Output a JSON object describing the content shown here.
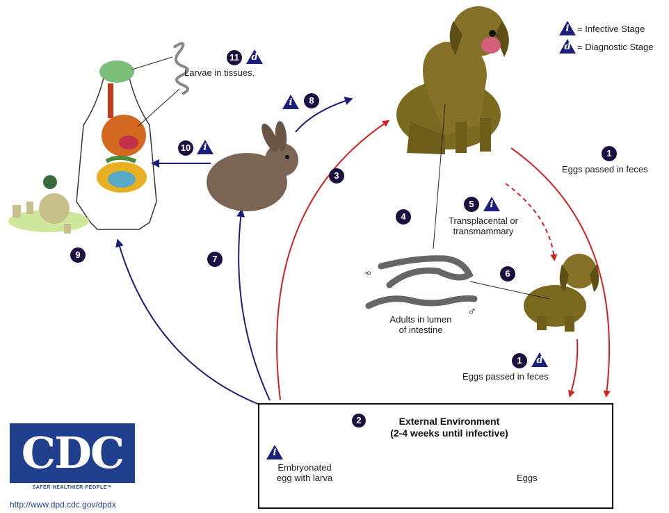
{
  "legend": {
    "infective_symbol": "i",
    "infective_label": "= Infective Stage",
    "diagnostic_symbol": "d",
    "diagnostic_label": "= Diagnostic Stage"
  },
  "steps": {
    "s1_top": {
      "number": "1",
      "label": "Eggs passed in feces"
    },
    "s1_bottom": {
      "number": "1",
      "symbol": "d",
      "label": "Eggs passed in feces"
    },
    "s2": {
      "number": "2",
      "title_line1": "External Environment",
      "title_line2": "(2-4 weeks until infective)"
    },
    "s3": {
      "number": "3"
    },
    "s4": {
      "number": "4",
      "label_line1": "Adults in lumen",
      "label_line2": "of intestine"
    },
    "s5": {
      "number": "5",
      "symbol": "i",
      "label_line1": "Transplacental or",
      "label_line2": "transmammary"
    },
    "s6": {
      "number": "6"
    },
    "s7": {
      "number": "7"
    },
    "s8": {
      "number": "8",
      "symbol": "i"
    },
    "s9": {
      "number": "9"
    },
    "s10": {
      "number": "10",
      "symbol": "i"
    },
    "s11": {
      "number": "11",
      "symbol": "d",
      "label": "Larvae in tissues."
    }
  },
  "eggs": {
    "label": "Eggs",
    "embryonated_symbol": "i",
    "embryonated_line1": "Embryonated",
    "embryonated_line2": "egg with larva"
  },
  "worm_symbols": {
    "female": "♀",
    "male": "♂"
  },
  "logo": {
    "text": "CDC",
    "slogan": "SAFER·HEALTHIER·PEOPLE™",
    "url": "http://www.dpd.cdc.gov/dpdx"
  },
  "colors": {
    "dark_navy": "#1c1040",
    "infective_blue": "#1c1f7a",
    "red_arrow": "#d42020",
    "blue_arrow": "#1c1f7a",
    "dog": "#7a6a1f",
    "rabbit": "#7a6555",
    "cdc_blue": "#1f3f8c"
  }
}
